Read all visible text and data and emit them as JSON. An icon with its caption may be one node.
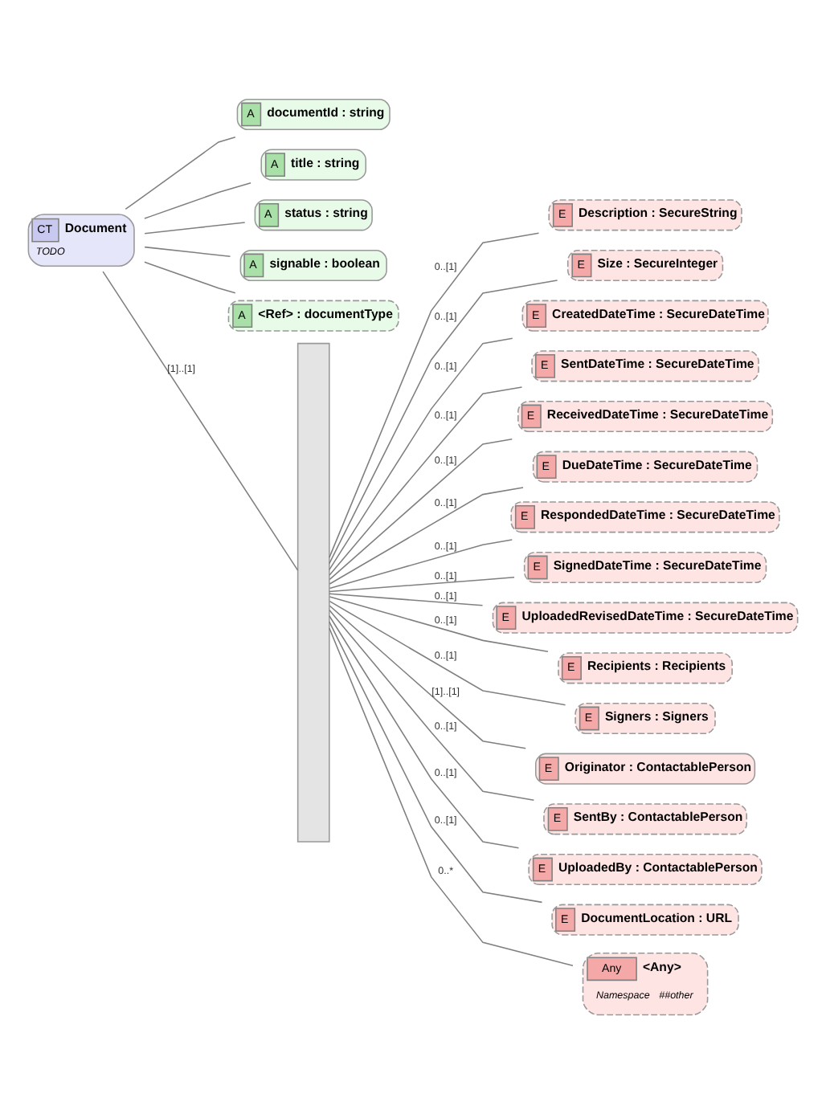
{
  "diagram": {
    "nodes": [
      {
        "text": [
          "CT",
          "Document",
          "TODO"
        ]
      },
      {
        "text": [
          "A",
          "documentId : string"
        ]
      },
      {
        "text": [
          "A",
          "title : string"
        ]
      },
      {
        "text": [
          "A",
          "status : string"
        ]
      },
      {
        "text": [
          "A",
          "signable : boolean"
        ]
      },
      {
        "text": [
          "A",
          "<Ref> : documentType"
        ]
      },
      {
        "text": [],
        "shape": "bar"
      },
      {
        "text": [
          "E",
          "Description : SecureString"
        ]
      },
      {
        "text": [
          "E",
          "Size : SecureInteger"
        ]
      },
      {
        "text": [
          "E",
          "CreatedDateTime : SecureDateTime"
        ]
      },
      {
        "text": [
          "E",
          "SentDateTime : SecureDateTime"
        ]
      },
      {
        "text": [
          "E",
          "ReceivedDateTime : SecureDateTime"
        ]
      },
      {
        "text": [
          "E",
          "DueDateTime : SecureDateTime"
        ]
      },
      {
        "text": [
          "E",
          "RespondedDateTime : SecureDateTime"
        ]
      },
      {
        "text": [
          "E",
          "SignedDateTime : SecureDateTime"
        ]
      },
      {
        "text": [
          "E",
          "UploadedRevisedDateTime : SecureDateTime"
        ]
      },
      {
        "text": [
          "E",
          "Recipients : Recipients"
        ]
      },
      {
        "text": [
          "E",
          "Signers : Signers"
        ]
      },
      {
        "text": [
          "E",
          "Originator : ContactablePerson"
        ]
      },
      {
        "text": [
          "E",
          "SentBy : ContactablePerson"
        ]
      },
      {
        "text": [
          "E",
          "UploadedBy : ContactablePerson"
        ]
      },
      {
        "text": [
          "E",
          "DocumentLocation : URL"
        ]
      },
      {
        "text": [
          "Any",
          "<Any>",
          "Namespace",
          "##other"
        ]
      }
    ],
    "edges": [
      {
        "from": 0,
        "to": 1,
        "arrow": "none"
      },
      {
        "from": 0,
        "to": 2,
        "arrow": "none"
      },
      {
        "from": 0,
        "to": 3,
        "arrow": "none"
      },
      {
        "from": 0,
        "to": 4,
        "arrow": "none"
      },
      {
        "from": 0,
        "to": 5,
        "arrow": "none"
      },
      {
        "from": 0,
        "to": 6,
        "arrow": "none",
        "label": "[1]..[1]"
      },
      {
        "from": 6,
        "to": 7,
        "arrow": "none",
        "label": "0..[1]"
      },
      {
        "from": 6,
        "to": 8,
        "arrow": "none",
        "label": "0..[1]"
      },
      {
        "from": 6,
        "to": 9,
        "arrow": "none",
        "label": "0..[1]"
      },
      {
        "from": 6,
        "to": 10,
        "arrow": "none",
        "label": "0..[1]"
      },
      {
        "from": 6,
        "to": 11,
        "arrow": "none",
        "label": "0..[1]"
      },
      {
        "from": 6,
        "to": 12,
        "arrow": "none",
        "label": "0..[1]"
      },
      {
        "from": 6,
        "to": 13,
        "arrow": "none",
        "label": "0..[1]"
      },
      {
        "from": 6,
        "to": 14,
        "arrow": "none",
        "label": "0..[1]"
      },
      {
        "from": 6,
        "to": 15,
        "arrow": "none",
        "label": "0..[1]"
      },
      {
        "from": 6,
        "to": 16,
        "arrow": "none",
        "label": "0..[1]"
      },
      {
        "from": 6,
        "to": 17,
        "arrow": "none",
        "label": "0..[1]"
      },
      {
        "from": 6,
        "to": 18,
        "arrow": "none",
        "label": "[1]..[1]"
      },
      {
        "from": 6,
        "to": 19,
        "arrow": "none",
        "label": "0..[1]"
      },
      {
        "from": 6,
        "to": 20,
        "arrow": "none",
        "label": "0..[1]"
      },
      {
        "from": 6,
        "to": 21,
        "arrow": "none",
        "label": "0..[1]"
      },
      {
        "from": 6,
        "to": 22,
        "arrow": "none",
        "label": "0..*"
      }
    ]
  }
}
